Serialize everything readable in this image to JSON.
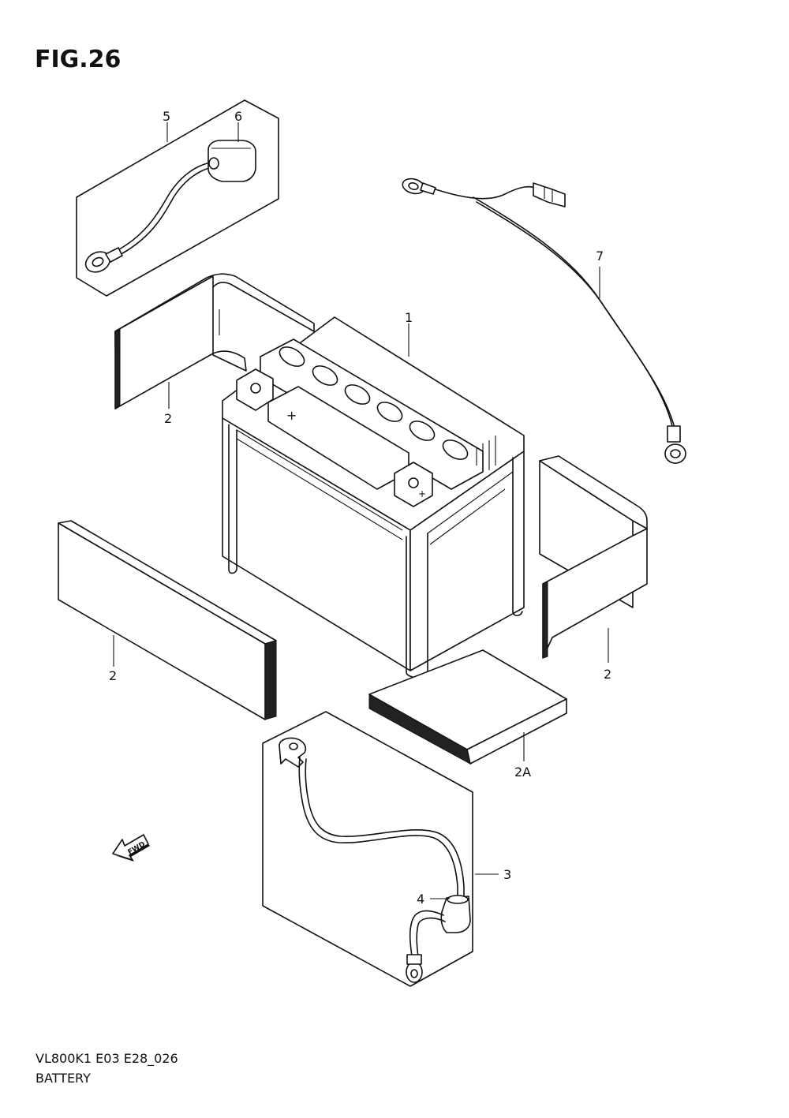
{
  "figure": {
    "title": "FIG.26",
    "model_code": "VL800K1 E03 E28_026",
    "group_name": "BATTERY"
  },
  "callouts": [
    {
      "id": "c1",
      "label": "1"
    },
    {
      "id": "c2a",
      "label": "2"
    },
    {
      "id": "c2b",
      "label": "2"
    },
    {
      "id": "c2c",
      "label": "2"
    },
    {
      "id": "c2A",
      "label": "2A"
    },
    {
      "id": "c3",
      "label": "3"
    },
    {
      "id": "c4",
      "label": "4"
    },
    {
      "id": "c5",
      "label": "5"
    },
    {
      "id": "c6",
      "label": "6"
    },
    {
      "id": "c7",
      "label": "7"
    }
  ],
  "badges": {
    "fwd_label": "FWD",
    "plus_sign": "+",
    "minus_sign": "-"
  },
  "icons": {
    "direction": "fwd-arrow-icon"
  }
}
